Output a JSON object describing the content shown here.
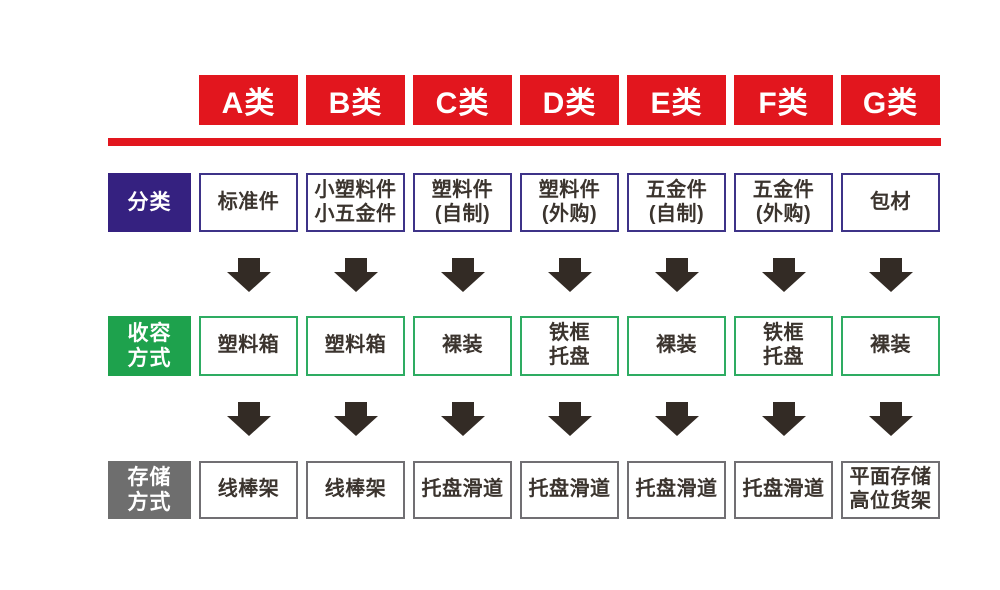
{
  "colors": {
    "red": "#E2161E",
    "purple": "#352180",
    "green": "#1EA24D",
    "gray": "#6E6E6E",
    "arrow": "#332B25",
    "text": "#3B342E",
    "row1_border": "#3E3388",
    "row2_border": "#2EAC62",
    "row3_border": "#716F73"
  },
  "columns": [
    "A类",
    "B类",
    "C类",
    "D类",
    "E类",
    "F类",
    "G类"
  ],
  "rows": [
    {
      "id": "classification",
      "label_lines": [
        "分类"
      ],
      "cells": [
        [
          "标准件"
        ],
        [
          "小塑料件",
          "小五金件"
        ],
        [
          "塑料件",
          "(自制)"
        ],
        [
          "塑料件",
          "(外购)"
        ],
        [
          "五金件",
          "(自制)"
        ],
        [
          "五金件",
          "(外购)"
        ],
        [
          "包材"
        ]
      ]
    },
    {
      "id": "containment",
      "label_lines": [
        "收容",
        "方式"
      ],
      "cells": [
        [
          "塑料箱"
        ],
        [
          "塑料箱"
        ],
        [
          "裸装"
        ],
        [
          "铁框",
          "托盘"
        ],
        [
          "裸装"
        ],
        [
          "铁框",
          "托盘"
        ],
        [
          "裸装"
        ]
      ]
    },
    {
      "id": "storage",
      "label_lines": [
        "存储",
        "方式"
      ],
      "cells": [
        [
          "线棒架"
        ],
        [
          "线棒架"
        ],
        [
          "托盘滑道"
        ],
        [
          "托盘滑道"
        ],
        [
          "托盘滑道"
        ],
        [
          "托盘滑道"
        ],
        [
          "平面存储",
          "高位货架"
        ]
      ]
    }
  ],
  "arrow_icon": "block-down-arrow"
}
